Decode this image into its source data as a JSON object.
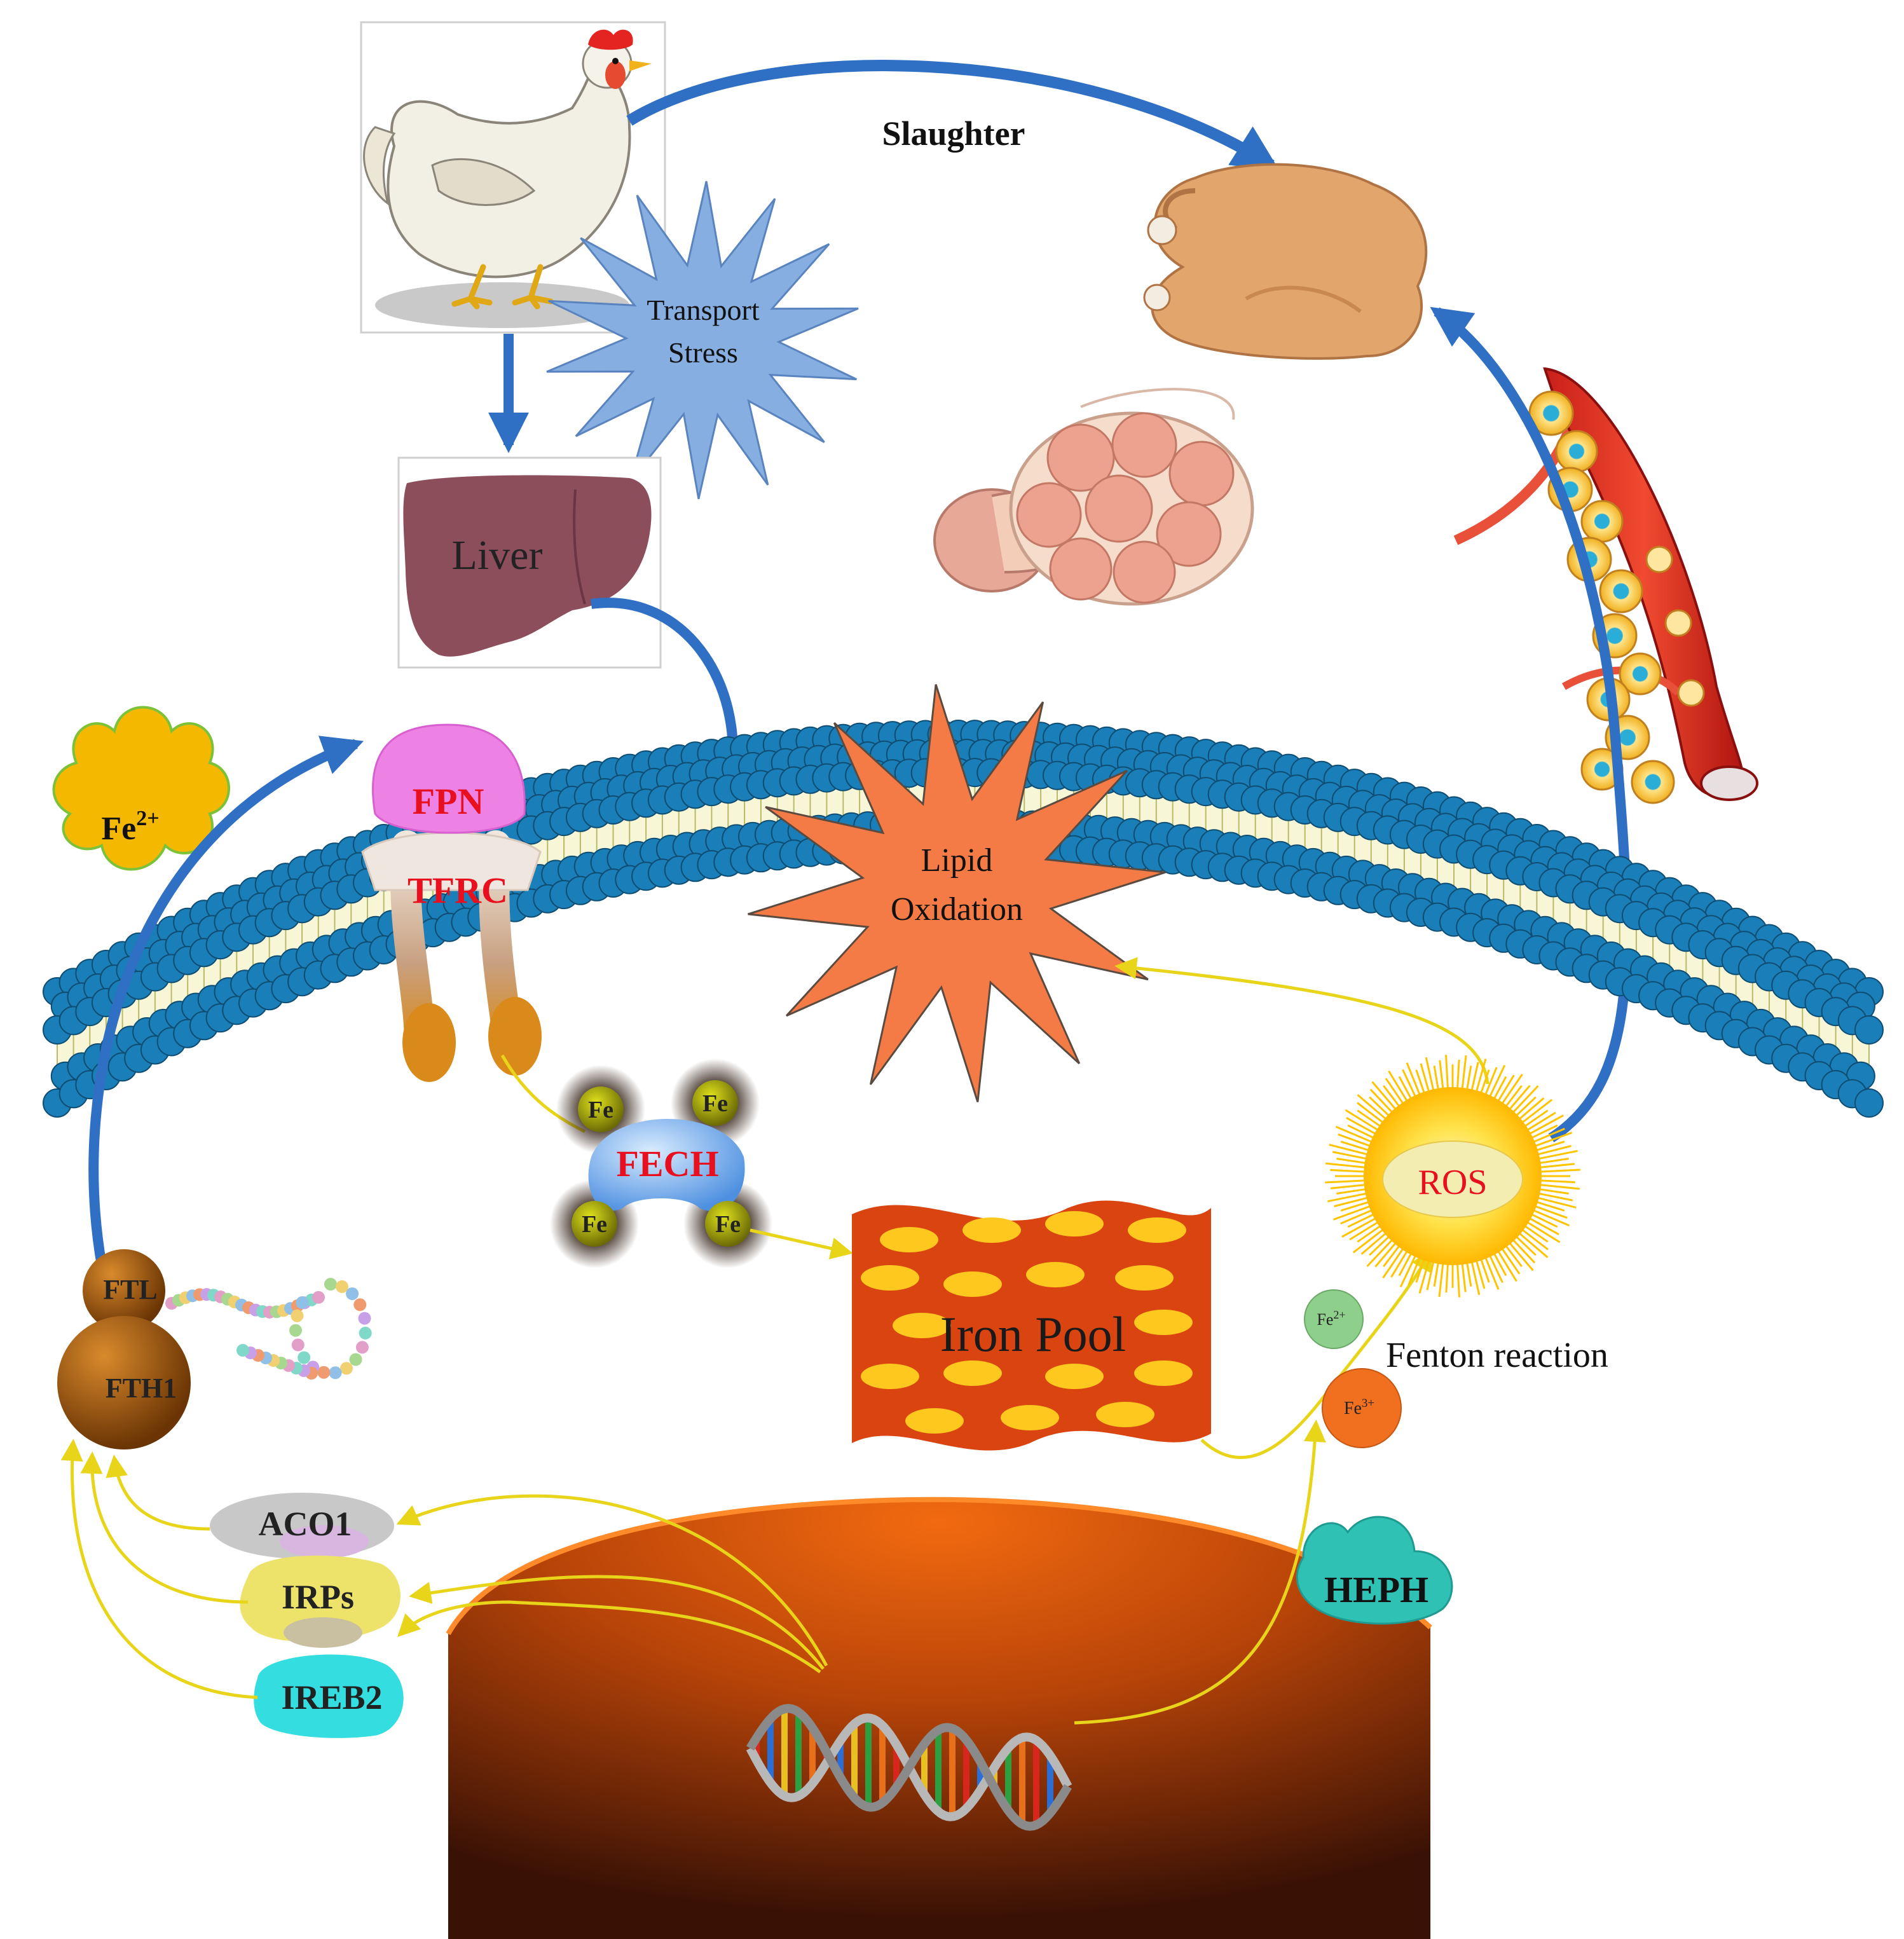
{
  "labels": {
    "slaughter": "Slaughter",
    "transport_stress_line1": "Transport",
    "transport_stress_line2": "Stress",
    "liver": "Liver",
    "fe2_cloud": "Fe",
    "fe2_cloud_sup": "2+",
    "fpn": "FPN",
    "tfrc": "TFRC",
    "lipid_line1": "Lipid",
    "lipid_line2": "Oxidation",
    "fe": "Fe",
    "fech": "FECH",
    "iron_pool": "Iron Pool",
    "ros": "ROS",
    "fe2_small": "Fe",
    "fe2_small_sup": "2+",
    "fe3_small": "Fe",
    "fe3_small_sup": "3+",
    "fenton": "Fenton reaction",
    "heph": "HEPH",
    "ftl": "FTL",
    "fth1": "FTH1",
    "aco1": "ACO1",
    "irps": "IRPs",
    "ireb2": "IREB2"
  },
  "colors": {
    "flow_arrow": "#2f6fc4",
    "regulation_arrow": "#e8d51a",
    "membrane_head": "#1a7fb8",
    "label_red": "#e8101e",
    "label_dark": "#111111",
    "iron_pool": "#d94410",
    "iron_pool_dots": "#ffc81e",
    "lipid_star": "#f47b45",
    "stress_star": "#86aee0",
    "ros_glow": "#ffd21e",
    "fe_cloud": "#f5b800",
    "ferritin": "#a85a08",
    "liver": "#8d4e5c",
    "nucleus": "#d9570a",
    "heph": "#2fc1b4",
    "ireb2": "#33dde0",
    "irps": "#ede36b",
    "aco1": "#c8c8c8"
  }
}
